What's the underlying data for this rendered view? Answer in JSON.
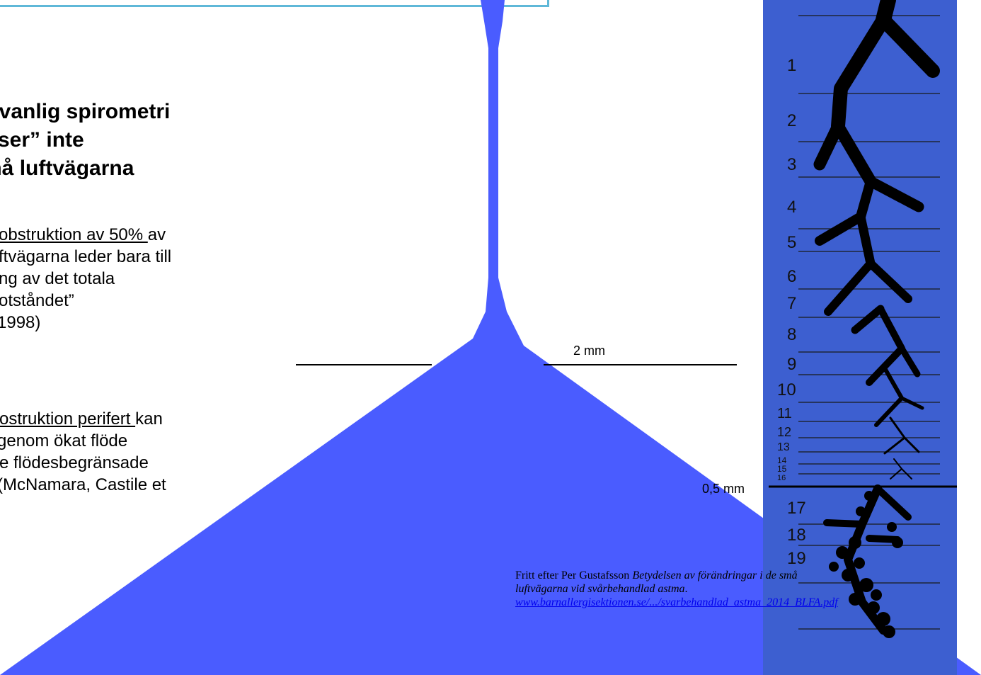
{
  "heading": {
    "line1": "d vanlig spirometri",
    "line2": "”ser” inte",
    "line3": "må luftvägarna"
  },
  "para1": {
    "line1_u": "obstruktion av 50% ",
    "line1_rest": "av",
    "line2": "ftvägarna leder bara till",
    "line3": "ng av det totala",
    "line4": "otståndet”",
    "line5": " 1998)"
  },
  "para2": {
    "line1_u": "ostruktion perifert ",
    "line1_rest": "kan",
    "line2": " genom ökat flöde",
    "line3": "e flödesbegränsade",
    "line4": " (McNamara, Castile et"
  },
  "scale": {
    "label_2mm": "2 mm",
    "label_05mm": "0,5 mm"
  },
  "generations": [
    "1",
    "2",
    "3",
    "4",
    "5",
    "6",
    "7",
    "8",
    "9",
    "10",
    "11",
    "12",
    "13",
    "14",
    "15",
    "16",
    "17",
    "18",
    "19"
  ],
  "credit": {
    "prefix": "Fritt efter Per Gustafsson ",
    "title": "Betydelsen av förändringar i de små luftvägarna vid svårbehandlad astma",
    "dot": ".",
    "link": "www.barnallergisektionen.se/.../svarbehandlad_astma_2014_BLFA.pdf"
  },
  "colors": {
    "funnel": "#4a5cff",
    "panel": "#3d5fd0",
    "box_border": "#5fb8d8",
    "link": "#0000ee"
  }
}
